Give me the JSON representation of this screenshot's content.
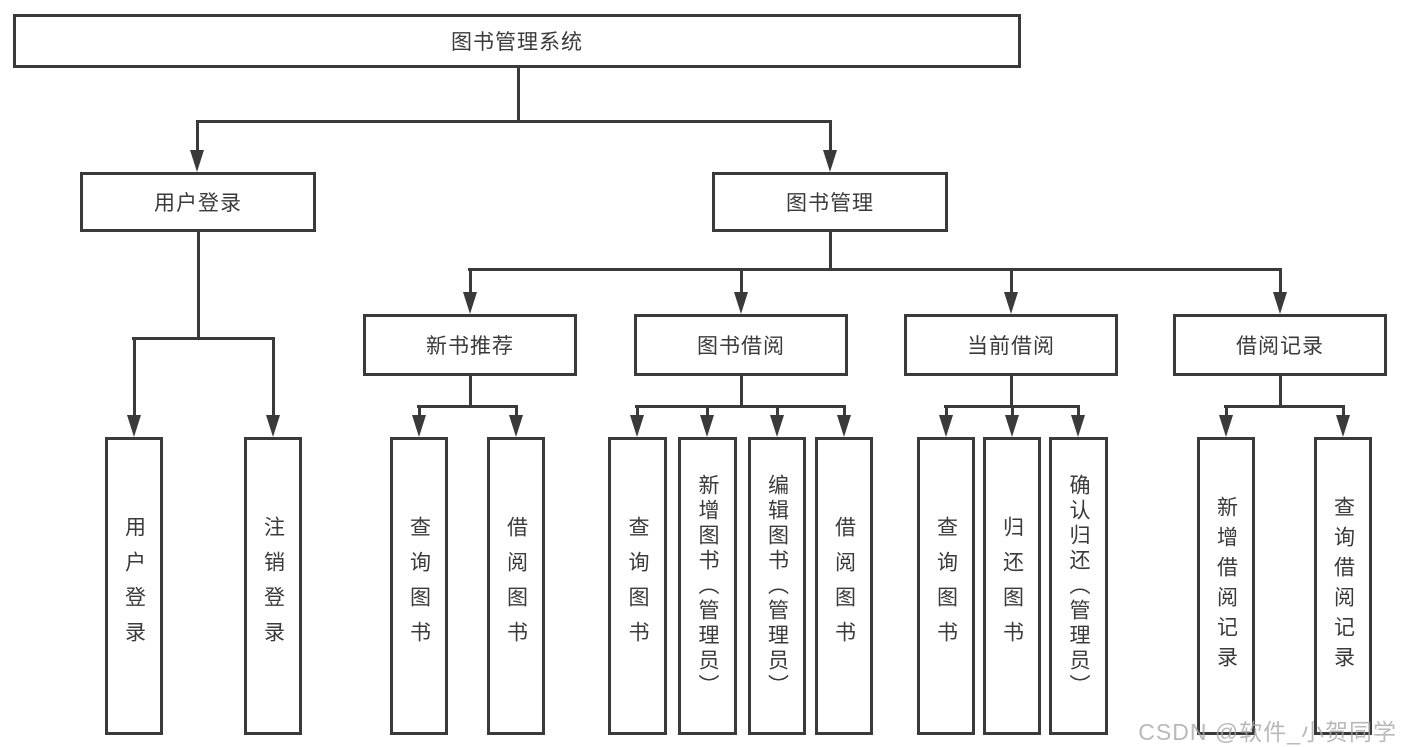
{
  "colors": {
    "line": "#3a3a3a",
    "text": "#3a3a3a",
    "background": "#ffffff",
    "watermark": "#a8a8a8"
  },
  "watermark": "CSDN @软件_小贺同学",
  "tree": {
    "root": "图书管理系统",
    "user_login": {
      "label": "用户登录",
      "children": [
        "用户登录",
        "注销登录"
      ]
    },
    "book_mgmt": {
      "label": "图书管理"
    },
    "new_book_rec": {
      "label": "新书推荐",
      "children": [
        "查询图书",
        "借阅图书"
      ]
    },
    "book_borrow": {
      "label": "图书借阅",
      "children": [
        "查询图书",
        "新增图书（管理员）",
        "编辑图书（管理员）",
        "借阅图书"
      ]
    },
    "current_borrow": {
      "label": "当前借阅",
      "children": [
        "查询图书",
        "归还图书",
        "确认归还（管理员）"
      ]
    },
    "borrow_record": {
      "label": "借阅记录",
      "children": [
        "新增借阅记录",
        "查询借阅记录"
      ]
    }
  }
}
